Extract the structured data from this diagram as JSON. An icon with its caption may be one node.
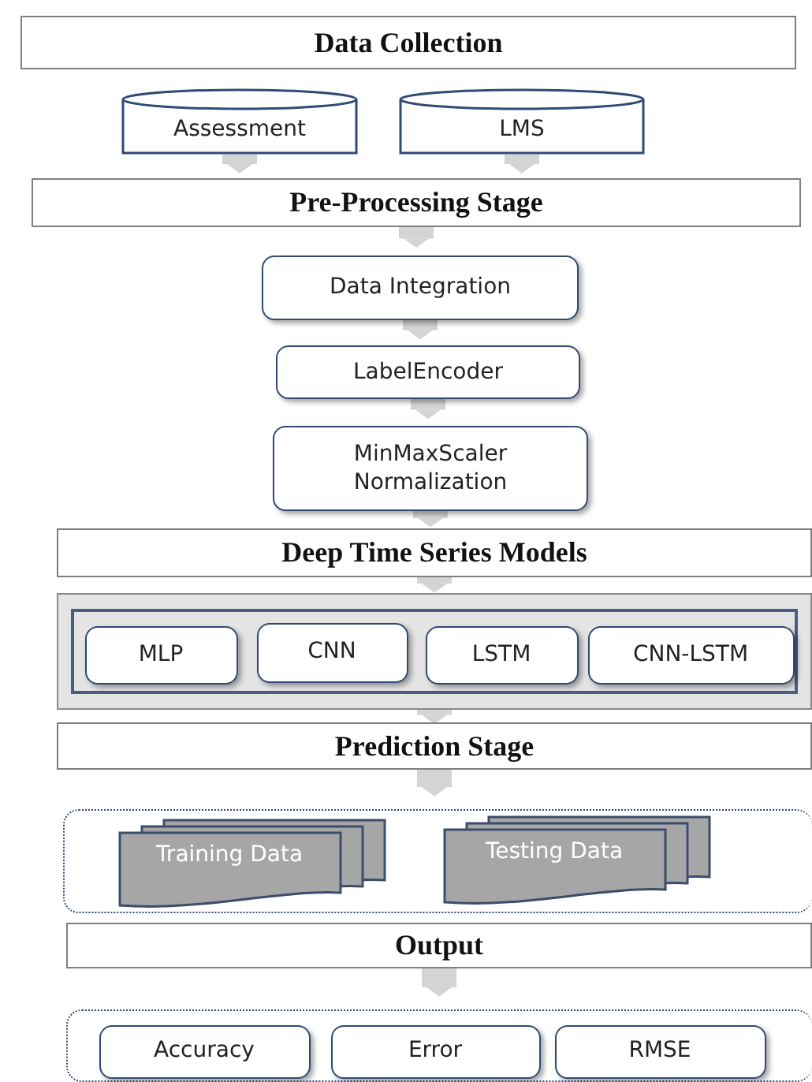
{
  "diagram": {
    "nodes": [
      {
        "text": [
          "Data Collection"
        ]
      },
      {
        "text": [
          "Assessment"
        ]
      },
      {
        "text": [
          "LMS"
        ]
      },
      {
        "text": [
          "Pre-Processing Stage"
        ]
      },
      {
        "text": [
          "Data Integration"
        ]
      },
      {
        "text": [
          "LabelEncoder"
        ]
      },
      {
        "text": [
          "MinMaxScaler Normalization"
        ]
      },
      {
        "text": [
          "Deep Time Series Models"
        ]
      },
      {
        "text": [],
        "shape": "box"
      },
      {
        "text": [
          "MLP"
        ],
        "in": 8
      },
      {
        "text": [
          "CNN"
        ],
        "in": 8
      },
      {
        "text": [
          "LSTM"
        ],
        "in": 8
      },
      {
        "text": [
          "CNN-LSTM"
        ],
        "in": 8
      },
      {
        "text": [
          "Prediction Stage"
        ]
      },
      {
        "text": [],
        "shape": "box"
      },
      {
        "text": [
          "Training Data"
        ],
        "in": 14
      },
      {
        "text": [
          "Testing Data"
        ],
        "in": 14
      },
      {
        "text": [
          "Output"
        ]
      },
      {
        "text": [],
        "shape": "box"
      },
      {
        "text": [
          "Accuracy"
        ],
        "in": 18
      },
      {
        "text": [
          "Error"
        ],
        "in": 18
      },
      {
        "text": [
          "RMSE"
        ],
        "in": 18
      }
    ],
    "edges": [
      {
        "from": 1,
        "to": 3,
        "arrow": "to"
      },
      {
        "from": 2,
        "to": 3,
        "arrow": "to"
      },
      {
        "from": 3,
        "to": 4,
        "arrow": "to"
      },
      {
        "from": 4,
        "to": 5,
        "arrow": "to"
      },
      {
        "from": 5,
        "to": 6,
        "arrow": "to"
      },
      {
        "from": 6,
        "to": 7,
        "arrow": "to"
      },
      {
        "from": 7,
        "to": 8,
        "arrow": "to"
      },
      {
        "from": 8,
        "to": 13,
        "arrow": "to"
      },
      {
        "from": 13,
        "to": 14,
        "arrow": "to"
      },
      {
        "from": 17,
        "to": 18,
        "arrow": "to"
      }
    ]
  }
}
